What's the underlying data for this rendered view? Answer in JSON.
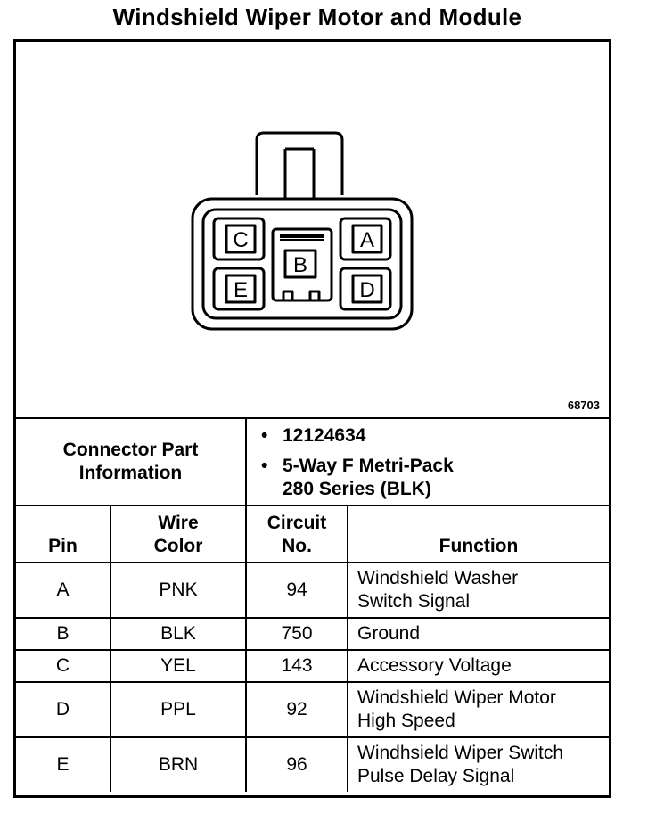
{
  "title": "Windshield Wiper Motor and Module",
  "figure": {
    "number": "68703",
    "cavities": [
      "C",
      "A",
      "B",
      "E",
      "D"
    ]
  },
  "part_info": {
    "label_line1": "Connector Part",
    "label_line2": "Information",
    "part_number": "12124634",
    "description_line1": "5-Way F Metri-Pack",
    "description_line2": "280 Series (BLK)"
  },
  "table": {
    "headers": {
      "pin": "Pin",
      "wire_color_line1": "Wire",
      "wire_color_line2": "Color",
      "circuit_line1": "Circuit",
      "circuit_line2": "No.",
      "function": "Function"
    },
    "rows": [
      {
        "pin": "A",
        "color": "PNK",
        "circuit": "94",
        "function_line1": "Windshield Washer",
        "function_line2": "Switch Signal"
      },
      {
        "pin": "B",
        "color": "BLK",
        "circuit": "750",
        "function_line1": "Ground",
        "function_line2": ""
      },
      {
        "pin": "C",
        "color": "YEL",
        "circuit": "143",
        "function_line1": "Accessory Voltage",
        "function_line2": ""
      },
      {
        "pin": "D",
        "color": "PPL",
        "circuit": "92",
        "function_line1": "Windshield Wiper Motor",
        "function_line2": "High Speed"
      },
      {
        "pin": "E",
        "color": "BRN",
        "circuit": "96",
        "function_line1": "Windhsield Wiper Switch",
        "function_line2": "Pulse Delay Signal"
      }
    ]
  }
}
